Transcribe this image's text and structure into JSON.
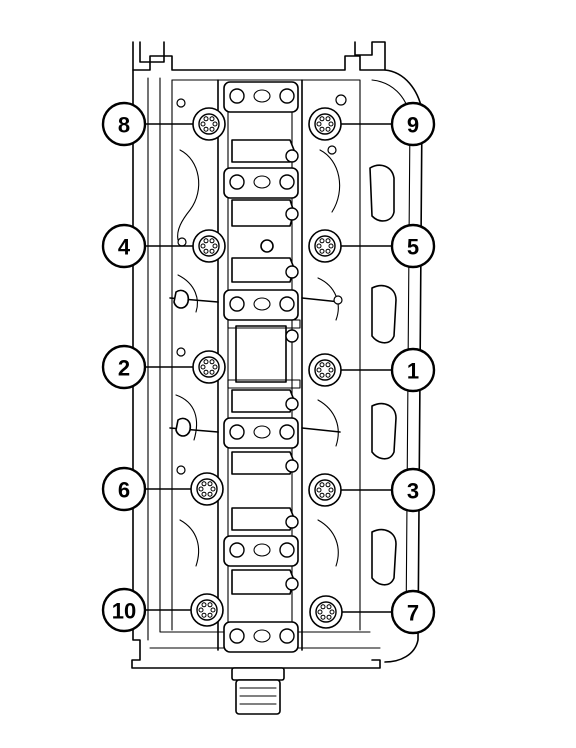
{
  "callouts": [
    {
      "id": "8",
      "label": "8"
    },
    {
      "id": "9",
      "label": "9"
    },
    {
      "id": "4",
      "label": "4"
    },
    {
      "id": "5",
      "label": "5"
    },
    {
      "id": "2",
      "label": "2"
    },
    {
      "id": "1",
      "label": "1"
    },
    {
      "id": "6",
      "label": "6"
    },
    {
      "id": "3",
      "label": "3"
    },
    {
      "id": "10",
      "label": "10"
    },
    {
      "id": "7",
      "label": "7"
    }
  ]
}
